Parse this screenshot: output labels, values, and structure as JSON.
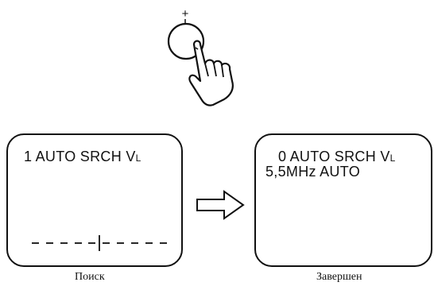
{
  "button": {
    "sign": "+",
    "icon": "pressing-hand-icon"
  },
  "screens": {
    "left": {
      "channel": "1",
      "mode": "AUTO SRCH",
      "band_main": "V",
      "band_sub": "L"
    },
    "right": {
      "channel": "0",
      "mode": "AUTO SRCH",
      "band_main": "V",
      "band_sub": "L",
      "sound_system": "5,5MHz AUTO"
    }
  },
  "transition_icon": "right-arrow-icon",
  "captions": {
    "left": "Поиск",
    "right": "Завершен"
  },
  "colors": {
    "ink": "#111111",
    "background": "#ffffff"
  }
}
